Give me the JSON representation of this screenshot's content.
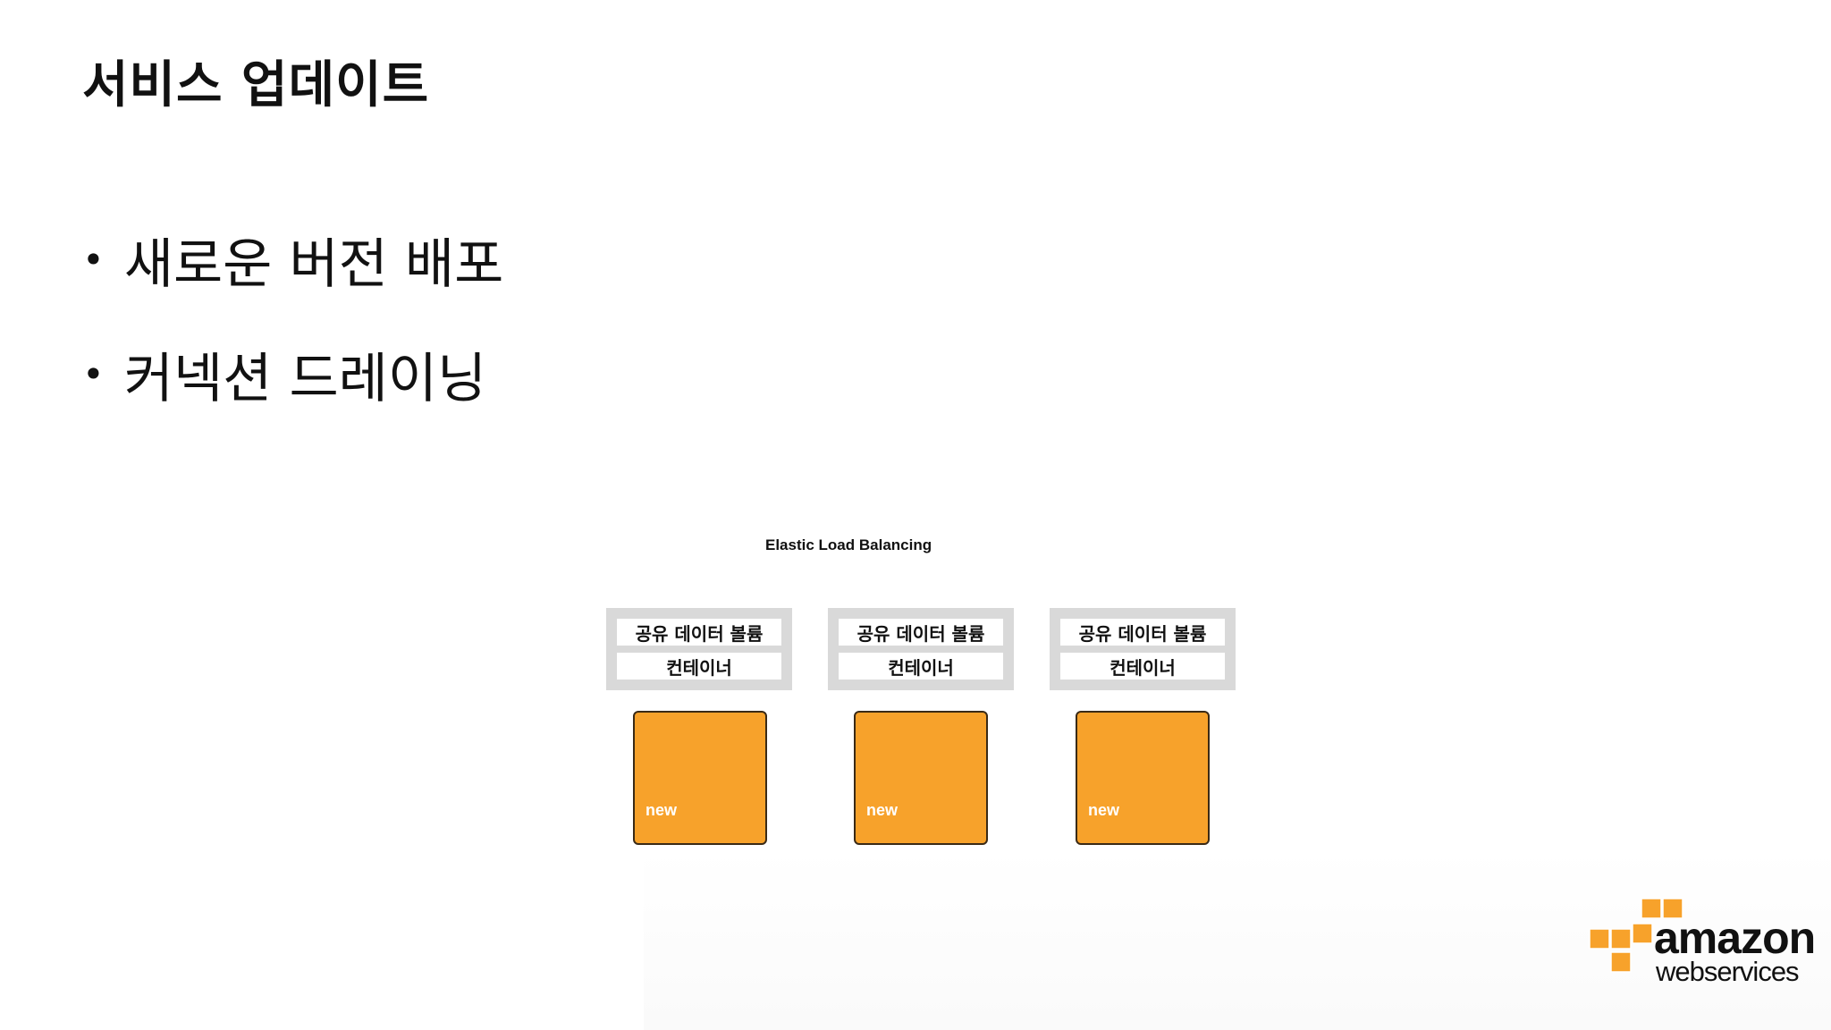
{
  "slide": {
    "title": "서비스 업데이트",
    "bullet_glyph": "•",
    "bullets": [
      "새로운 버전 배포",
      "커넥션 드레이닝"
    ]
  },
  "diagram": {
    "elb_label": "Elastic Load Balancing",
    "tasks": [
      {
        "volume": "공유 데이터 볼륨",
        "container": "컨테이너"
      },
      {
        "volume": "공유 데이터 볼륨",
        "container": "컨테이너"
      },
      {
        "volume": "공유 데이터 볼륨",
        "container": "컨테이너"
      }
    ],
    "instances": [
      {
        "label": "new"
      },
      {
        "label": "new"
      },
      {
        "label": "new"
      }
    ],
    "colors": {
      "instance": "#f7a22b",
      "task_bg": "#d9d9d9"
    }
  },
  "logo": {
    "word": "amazon",
    "sub": "webservices",
    "color": "#f7a22b",
    "icon": "aws-cubes-icon"
  }
}
